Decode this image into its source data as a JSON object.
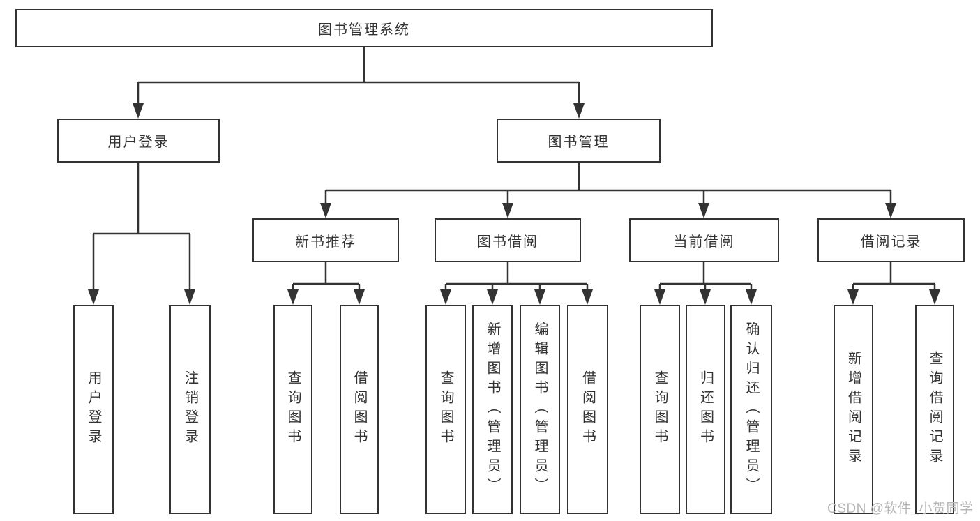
{
  "diagram_title": "图书管理系统",
  "tree": {
    "root": {
      "label": "图书管理系统"
    },
    "branches": [
      {
        "label": "用户登录",
        "children": [
          {
            "label": "用户登录"
          },
          {
            "label": "注销登录"
          }
        ]
      },
      {
        "label": "图书管理",
        "sections": [
          {
            "label": "新书推荐",
            "children": [
              {
                "label": "查询图书"
              },
              {
                "label": "借阅图书"
              }
            ]
          },
          {
            "label": "图书借阅",
            "children": [
              {
                "label": "查询图书"
              },
              {
                "label": "新增图书（管理员）"
              },
              {
                "label": "编辑图书（管理员）"
              },
              {
                "label": "借阅图书"
              }
            ]
          },
          {
            "label": "当前借阅",
            "children": [
              {
                "label": "查询图书"
              },
              {
                "label": "归还图书"
              },
              {
                "label": "确认归还（管理员）"
              }
            ]
          },
          {
            "label": "借阅记录",
            "children": [
              {
                "label": "新增借阅记录"
              },
              {
                "label": "查询借阅记录"
              }
            ]
          }
        ]
      }
    ]
  },
  "watermark": {
    "text": "CSDN @软件_小贺同学"
  },
  "colors": {
    "line": "#333333",
    "text": "#333333",
    "box_background": "#ffffff",
    "watermark": "#b5b5b5",
    "background": "#ffffff"
  }
}
